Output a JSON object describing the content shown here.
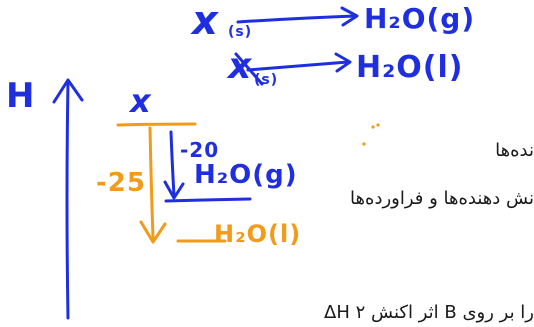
{
  "handwritten": {
    "reaction_1": {
      "reactant": "x",
      "reactant_state": "(s)",
      "product": "H₂O(g)"
    },
    "reaction_2": {
      "reactant": "x",
      "reactant_state": "(s)",
      "product": "H₂O(l)"
    },
    "axis_label": "H",
    "start_label": "x",
    "value_gas": "-20",
    "value_liquid": "-25",
    "gas_product": "H₂O(g)",
    "liquid_product": "H₂O(l)"
  },
  "printed_text": {
    "line_1": "نده‌ها",
    "line_2": "نش دهنده‌ها و فراورده‌ها",
    "line_3": "ΔH ۲ اثر اکنش B را بر روی"
  },
  "colors": {
    "blue_ink": "#1f2fe0",
    "orange_ink": "#f29a1a",
    "printed_text": "#1a1a1a"
  }
}
